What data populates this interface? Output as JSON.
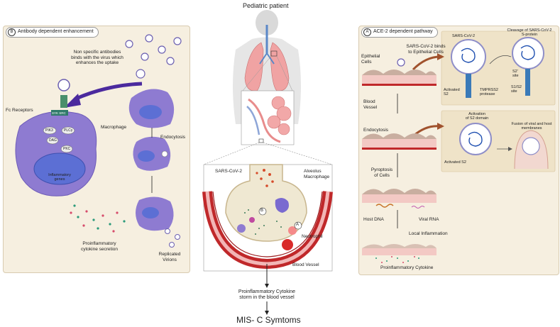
{
  "center": {
    "title": "Pediatric patient",
    "sars_label": "SARS-CoV-2",
    "alveolus_label": "Alveolus\nMacrophage",
    "neutrophil_label": "Neutrophil",
    "blood_vessel_label": "Blood Vessel",
    "marker_a": "A",
    "marker_b": "B",
    "storm_label": "Proinflammatory Cytokine\nstorm in the blood vessel",
    "outcome": "MIS- C Symtoms"
  },
  "panel_b": {
    "letter": "B",
    "title": "Antibody dependent enhancement",
    "nonspecific": "Non specific antibodies\nbinds with the virus which\nenhances the uptake",
    "fc_receptors": "Fc Receptors",
    "macrophage": "Macrophage",
    "endocytosis": "Endocytosis",
    "pi3k": "PIK3",
    "plc": "PLCγ",
    "dag": "DAG",
    "pkc": "PKC",
    "genes": "Inflammatory\ngenes",
    "syk": "SYK SRC",
    "cytokine_secretion": "Proinflammatory\ncytokine secretion",
    "replicated": "Replicated\nVirions"
  },
  "panel_a": {
    "letter": "A",
    "title": "ACE-2 dependent pathway",
    "sars_binds": "SARS-CoV-2 binds\nto Epithelial Cells",
    "epithelial": "Epithelial\nCells",
    "blood_vessel": "Blood\nVessel",
    "endocytosis": "Endocytosis",
    "pyroptosis": "Pyroptosis\nof Cells",
    "host_dna": "Host DNA",
    "viral_rna": "Viral RNA",
    "local_inflammation": "Local Inflammation",
    "proinflammatory_cytokine": "Proinflammatory Cytokine",
    "inset1_sars": "SARS-CoV-2",
    "inset1_cleavage": "Cleavage of SARS-CoV-2\nS-protein",
    "inset1_s2prime": "S2'\nsite",
    "inset1_s1s2": "S1/S2\nsite",
    "inset1_activated": "Activated\nS2",
    "inset1_tmprss": "TMPRSS2\nprotease",
    "inset2_activation": "Activation\nof S2 domain",
    "inset2_fusion": "Fusion of viral and host\nmembranes",
    "inset2_activated": "Activated S2"
  },
  "colors": {
    "panel_bg": "#f6efe0",
    "macrophage": "#8e7bd1",
    "nucleus": "#4f62c8",
    "vessel_red": "#c0282a",
    "arrow_purple": "#4b2a9e",
    "arrow_brown": "#a0522d",
    "epithelium": "#c9aea0",
    "virus": "#6b5fb0"
  }
}
